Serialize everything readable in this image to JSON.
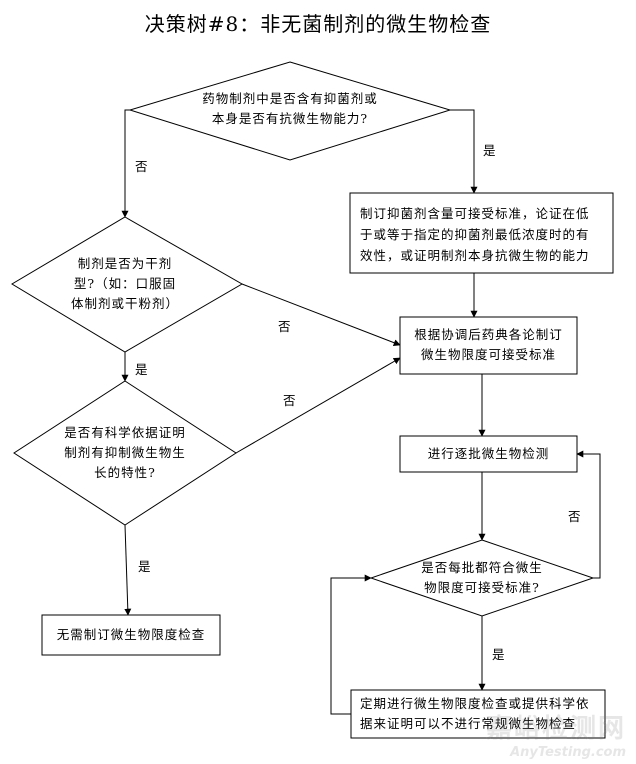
{
  "title": "决策树#8：非无菌制剂的微生物检查",
  "nodes": {
    "q_antimicrobial": [
      "药物制剂中是否含有抑菌剂或",
      "本身是否有抗微生物能力?"
    ],
    "set_preservative": [
      "制订抑菌剂含量可接受标准，论证在低",
      "于或等于指定的抑菌剂最低浓度时的有",
      "效性，或证明制剂本身抗微生物的能力"
    ],
    "q_dry_form": [
      "制剂是否为干剂",
      "型?（如：口服固",
      "体制剂或干粉剂）"
    ],
    "set_limits": [
      "根据协调后药典各论制订",
      "微生物限度可接受标准"
    ],
    "q_evidence": [
      "是否有科学依据证明",
      "制剂有抑制微生物生",
      "长的特性?"
    ],
    "batch_test": "进行逐批微生物检测",
    "no_limit_test": "无需制订微生物限度检查",
    "q_each_batch": [
      "是否每批都符合微生",
      "物限度可接受标准?"
    ],
    "periodic_test": [
      "定期进行微生物限度检查或提供科学依",
      "据来证明可以不进行常规微生物检查"
    ]
  },
  "edge_labels": {
    "yes": "是",
    "no": "否"
  },
  "watermark": {
    "cn": "嘉峪检测网",
    "en": "AnyTesting.com"
  }
}
